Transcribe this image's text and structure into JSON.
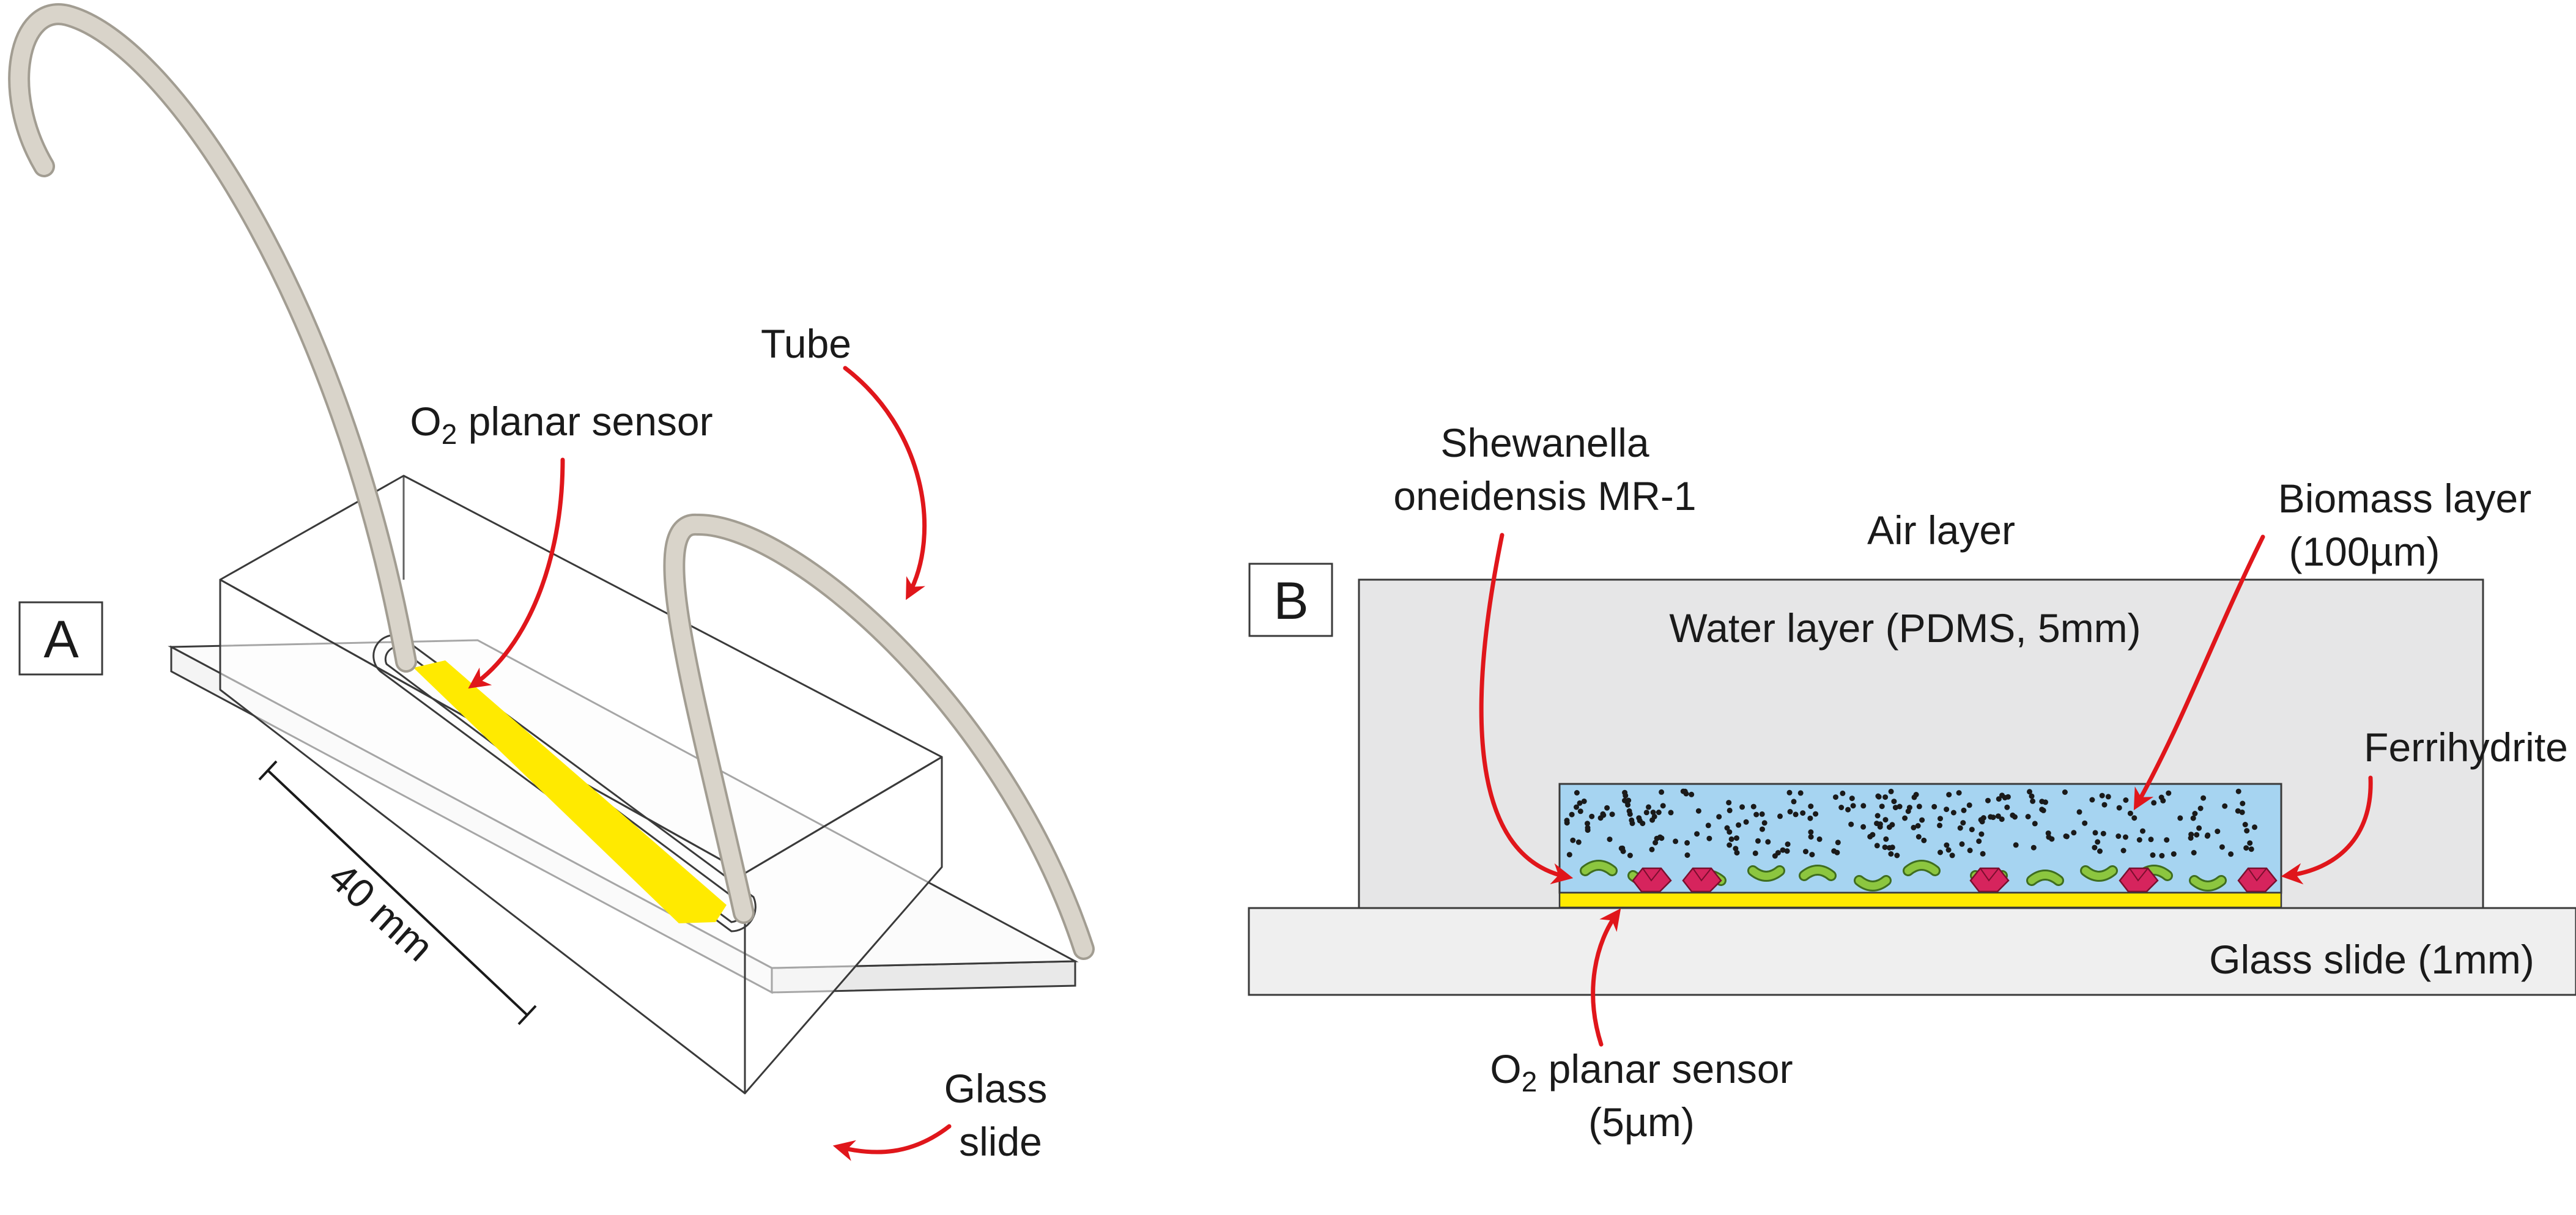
{
  "panel_a": {
    "letter": "A",
    "tube_label": "Tube",
    "sensor_label_prefix": "O",
    "sensor_label_sub": "2",
    "sensor_label_rest": " planar sensor",
    "scale_label": "40 mm",
    "glass_label_line1": "Glass",
    "glass_label_line2": "slide"
  },
  "panel_b": {
    "letter": "B",
    "shewanella_line1": "Shewanella",
    "shewanella_line2": "oneidensis MR-1",
    "air_label": "Air layer",
    "water_label": "Water layer (PDMS, 5mm)",
    "biomass_line1": "Biomass layer",
    "biomass_line2": "(100µm)",
    "ferrihydrite_label": "Ferrihydrite",
    "glass_label": "Glass slide (1mm)",
    "sensor_prefix": "O",
    "sensor_sub": "2",
    "sensor_rest": " planar sensor",
    "sensor_line2": "(5µm)"
  },
  "colors": {
    "sensor_yellow": "#ffea00",
    "arrow_red": "#e0161b",
    "tube_fill": "#d9d4ca",
    "tube_edge": "#a29d92",
    "water_grey": "#e6e6e7",
    "biomass_blue": "#a6d4f1",
    "bacteria_green": "#8cc63f",
    "ferrihydrite_magenta": "#d6245d",
    "glass_grey": "#efefef"
  }
}
